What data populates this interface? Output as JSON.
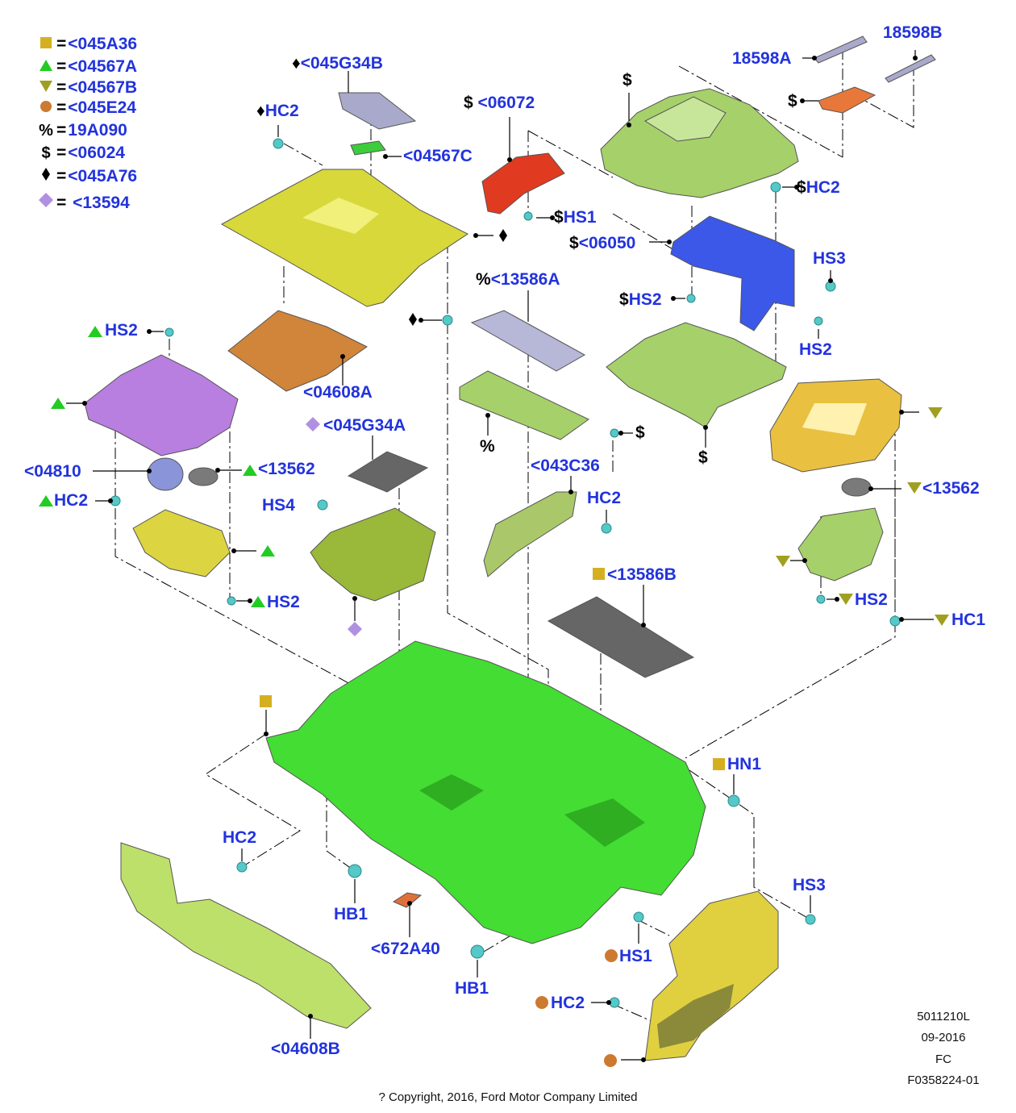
{
  "legend": [
    {
      "symbol": "square",
      "value": "<045A36"
    },
    {
      "symbol": "tri-up",
      "value": "<04567A"
    },
    {
      "symbol": "tri-down",
      "value": "<04567B"
    },
    {
      "symbol": "circle",
      "value": "<045E24"
    },
    {
      "symbol": "%",
      "value": "19A090"
    },
    {
      "symbol": "$",
      "value": "<06024"
    },
    {
      "symbol": "diamond",
      "value": "<045A76"
    },
    {
      "symbol": "diamond-lav",
      "value": "<13594"
    }
  ],
  "labels": {
    "l045G34B": "<045G34B",
    "l18598B": "18598B",
    "l18598A": "18598A",
    "hc2_a": "HC2",
    "l06072": "<06072",
    "l04567C": "<04567C",
    "hc2_b": "HC2",
    "hs1_a": "HS1",
    "l06050": "<06050",
    "hs3_a": "HS3",
    "hs2_a": "HS2",
    "hs2_b": "HS2",
    "l13586A": "<13586A",
    "hs2_c": "HS2",
    "l04608A": "<04608A",
    "l045G34A": "<045G34A",
    "l043C36": "<043C36",
    "l04810": "<04810",
    "l13562a": "<13562",
    "l13562b": "<13562",
    "hc2_c": "HC2",
    "hs4": "HS4",
    "hc2_d": "HC2",
    "hs2_d": "HS2",
    "hs2_e": "HS2",
    "hc1": "HC1",
    "l13586B": "<13586B",
    "hn1": "HN1",
    "hc2_e": "HC2",
    "hs3_b": "HS3",
    "hb1_a": "HB1",
    "l672A40": "<672A40",
    "hs1_b": "HS1",
    "hb1_b": "HB1",
    "hc2_f": "HC2",
    "l04608B": "<04608B"
  },
  "symbols": {
    "dollar": "$",
    "percent": "%",
    "diamond": "♦"
  },
  "meta": {
    "code": "5011210L",
    "date": "09-2016",
    "fc": "FC",
    "ref": "F0358224-01"
  },
  "copyright": "? Copyright, 2016, Ford Motor Company Limited",
  "colors": {
    "label": "#2233dd",
    "square": "#d4b020",
    "tri_up": "#22cc22",
    "tri_down": "#a0a020",
    "circle": "#cc7a30",
    "diamond_lav": "#b090e0",
    "console": "#44dd33"
  }
}
